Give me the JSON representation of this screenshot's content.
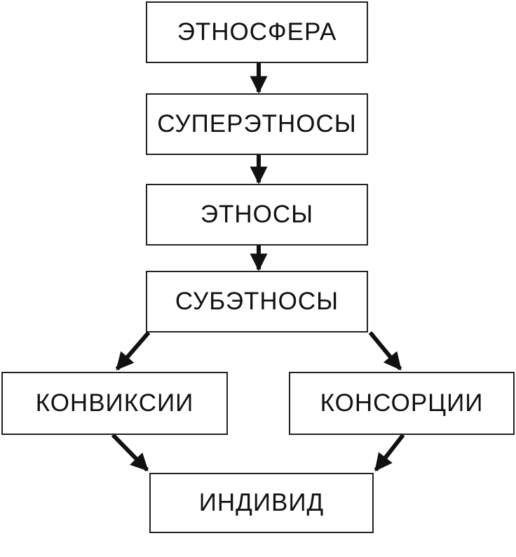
{
  "diagram": {
    "nodes": {
      "etnosfera": "ЭТНОСФЕРА",
      "superetnosy": "СУПЕРЭТНОСЫ",
      "etnosy": "ЭТНОСЫ",
      "subetnosy": "СУБЭТНОСЫ",
      "konviksii": "КОНВИКСИИ",
      "konsortsii": "КОНСОРЦИИ",
      "individ": "ИНДИВИД"
    },
    "edges": [
      {
        "from": "etnosfera",
        "to": "superetnosy"
      },
      {
        "from": "superetnosy",
        "to": "etnosy"
      },
      {
        "from": "etnosy",
        "to": "subetnosy"
      },
      {
        "from": "subetnosy",
        "to": "konviksii"
      },
      {
        "from": "subetnosy",
        "to": "konsortsii"
      },
      {
        "from": "konviksii",
        "to": "individ"
      },
      {
        "from": "konsortsii",
        "to": "individ"
      }
    ],
    "colors": {
      "box_border": "#222222",
      "text": "#111111",
      "arrow": "#111111",
      "background": "#ffffff"
    }
  }
}
